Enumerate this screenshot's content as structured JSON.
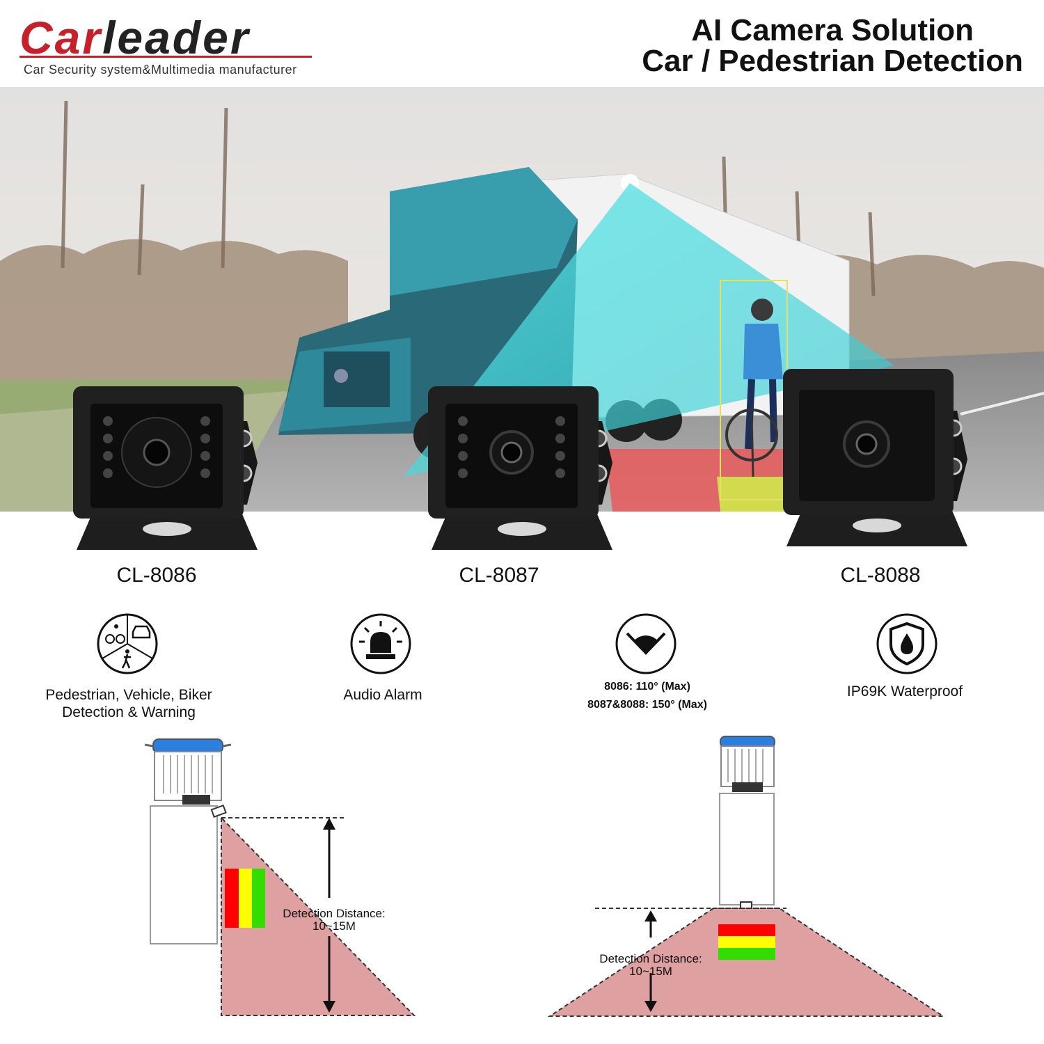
{
  "brand": {
    "name_part1": "Car",
    "name_part2": "leader",
    "tagline": "Car Security system&Multimedia manufacturer",
    "accent_color": "#c8202a"
  },
  "headline": {
    "line1": "AI Camera Solution",
    "line2": "Car / Pedestrian Detection"
  },
  "hero": {
    "detection_beam_color": "#35d3d8",
    "zone_colors": [
      "#e85a5a",
      "#cfe84a"
    ]
  },
  "cameras": [
    {
      "model": "CL-8086",
      "icon": "camera-ir-ring"
    },
    {
      "model": "CL-8087",
      "icon": "camera-ir-leds"
    },
    {
      "model": "CL-8088",
      "icon": "camera-plain"
    }
  ],
  "features": [
    {
      "icon": "pedestrian-vehicle-biker-icon",
      "label_line1": "Pedestrian, Vehicle, Biker",
      "label_line2": "Detection & Warning"
    },
    {
      "icon": "alarm-siren-icon",
      "label_line1": "Audio Alarm"
    },
    {
      "icon": "viewing-angle-icon",
      "label_line1": "8086: 110° (Max)",
      "label_line2": "8087&8088: 150° (Max)"
    },
    {
      "icon": "waterproof-shield-icon",
      "label_line1": "IP69K Waterproof"
    }
  ],
  "diagrams": {
    "side": {
      "label_line1": "Detection Distance:",
      "label_line2": "10~15M"
    },
    "rear": {
      "label_line1": "Detection Distance:",
      "label_line2": "10~15M"
    },
    "zone_colors": [
      "#ff0000",
      "#ffff00",
      "#33dd00"
    ],
    "area_color": "#dea0a0"
  }
}
